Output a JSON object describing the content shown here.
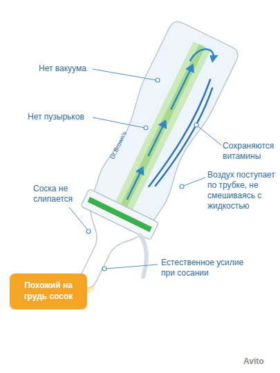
{
  "diagram": {
    "nodes": [
      {
        "text": [
          "Похожий на грудь сосок"
        ]
      }
    ],
    "labels": [
      "Нет вакуума",
      "Нет пузырьков",
      "Сохраняются витамины",
      "Воздух поступает по трубке, не смешиваясь с жидкостью",
      "Соска не слипается",
      "Естественное усилие при сосании",
      "Dr.Brown's",
      "Avito"
    ]
  }
}
